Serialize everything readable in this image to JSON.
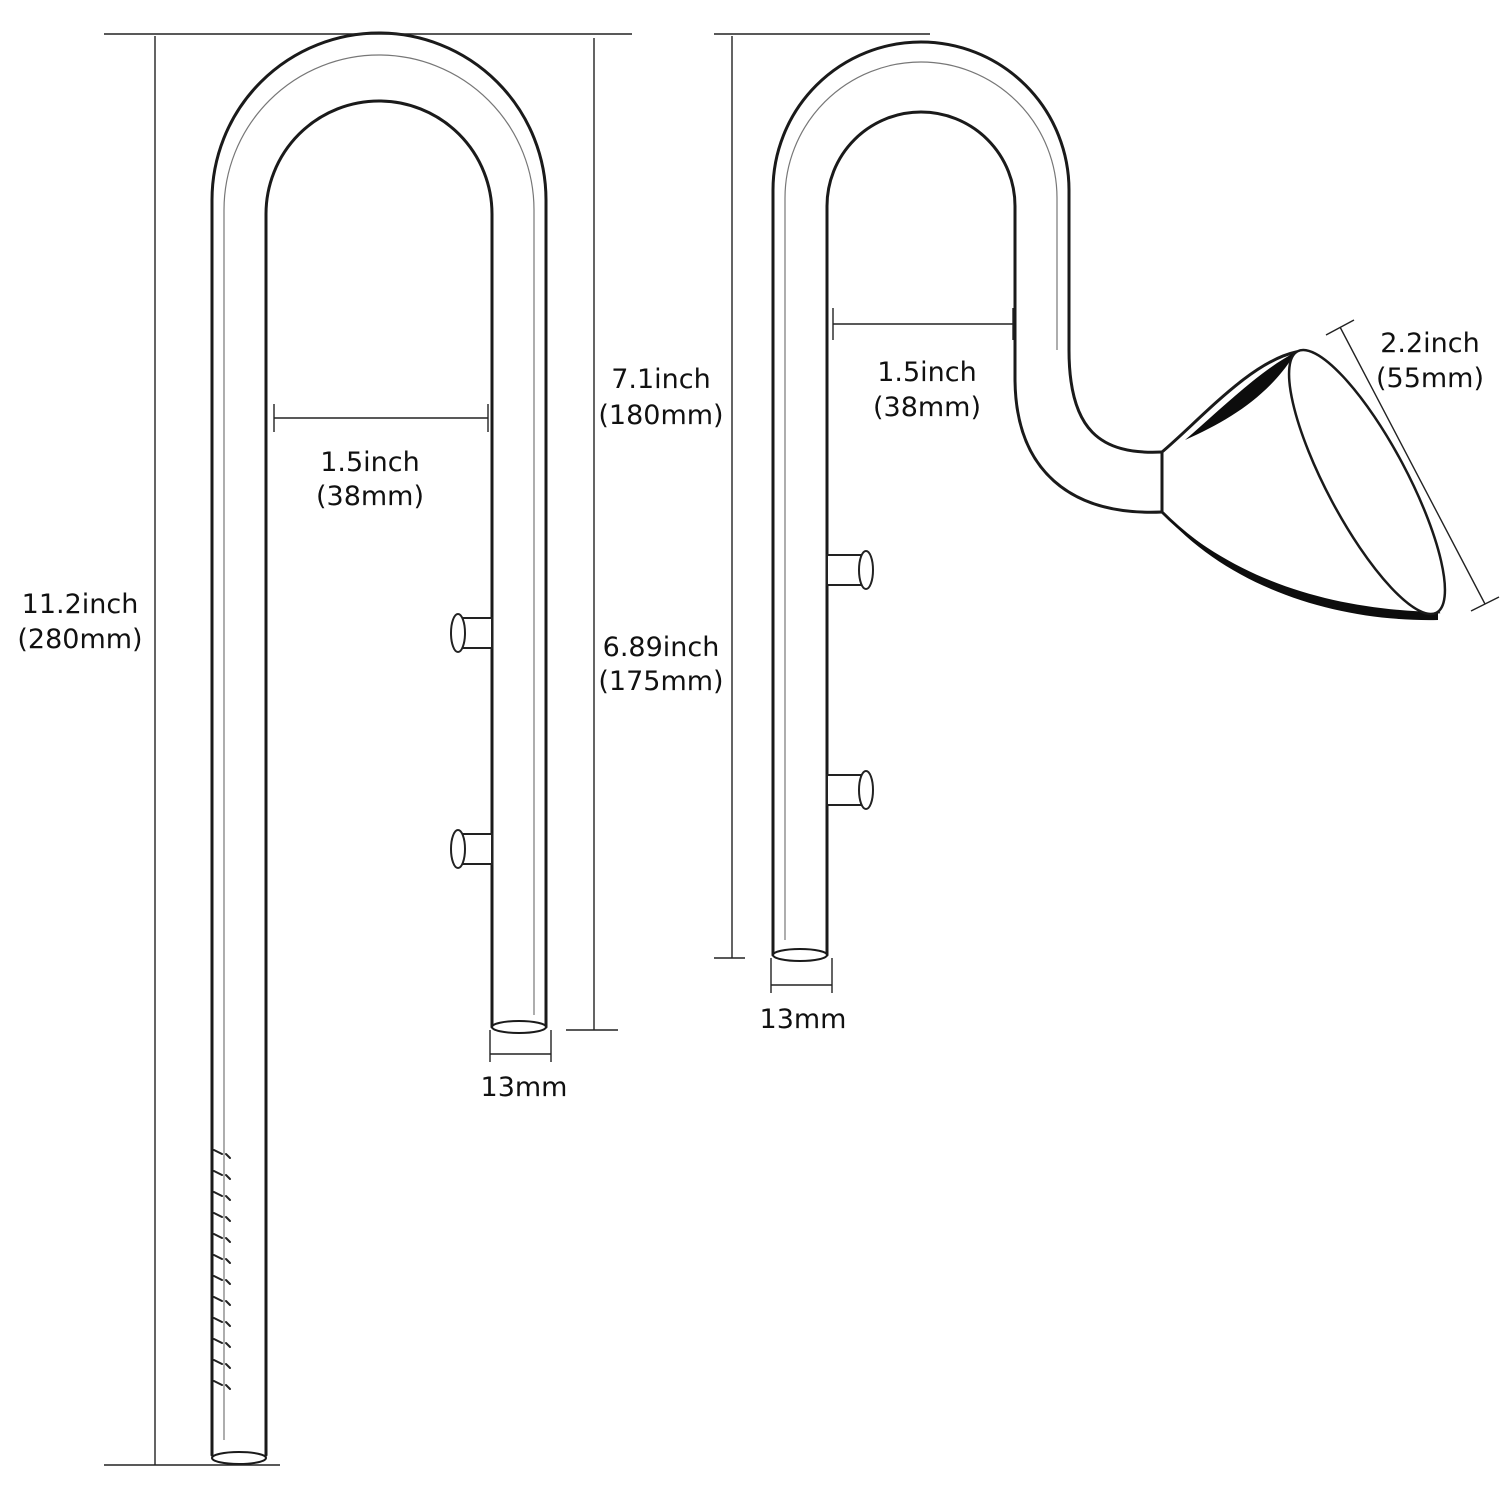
{
  "left_pipe": {
    "total_height_inch": "11.2inch",
    "total_height_mm": "(280mm)",
    "width_inch": "1.5inch",
    "width_mm": "(38mm)",
    "outlet_leg_inch": "7.1inch",
    "outlet_leg_mm": "(180mm)",
    "clip_span_inch": "6.89inch",
    "clip_span_mm": "(175mm)",
    "diameter": "13mm"
  },
  "right_pipe": {
    "width_inch": "1.5inch",
    "width_mm": "(38mm)",
    "funnel_inch": "2.2inch",
    "funnel_mm": "(55mm)",
    "diameter": "13mm"
  },
  "colors": {
    "line": "#1a1a1a",
    "text": "#111111",
    "background": "#ffffff"
  }
}
